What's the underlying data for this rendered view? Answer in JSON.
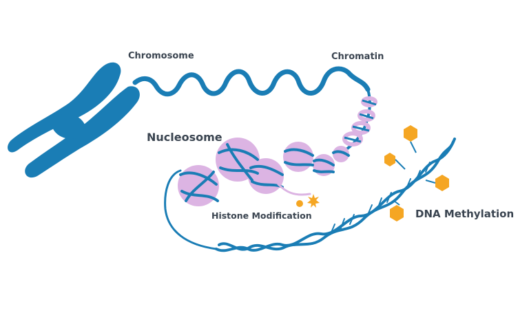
{
  "labels": {
    "chromosome": "Chromosome",
    "chromatin": "Chromatin",
    "nucleosome": "Nucleosome",
    "histone_modification": "Histone Modification",
    "dna_methylation": "DNA Methylation"
  },
  "colors": {
    "dna_blue": "#1a7db5",
    "histone_purple": "#dcb4e3",
    "methyl_orange": "#f5a623",
    "label_text": "#3a4450"
  }
}
